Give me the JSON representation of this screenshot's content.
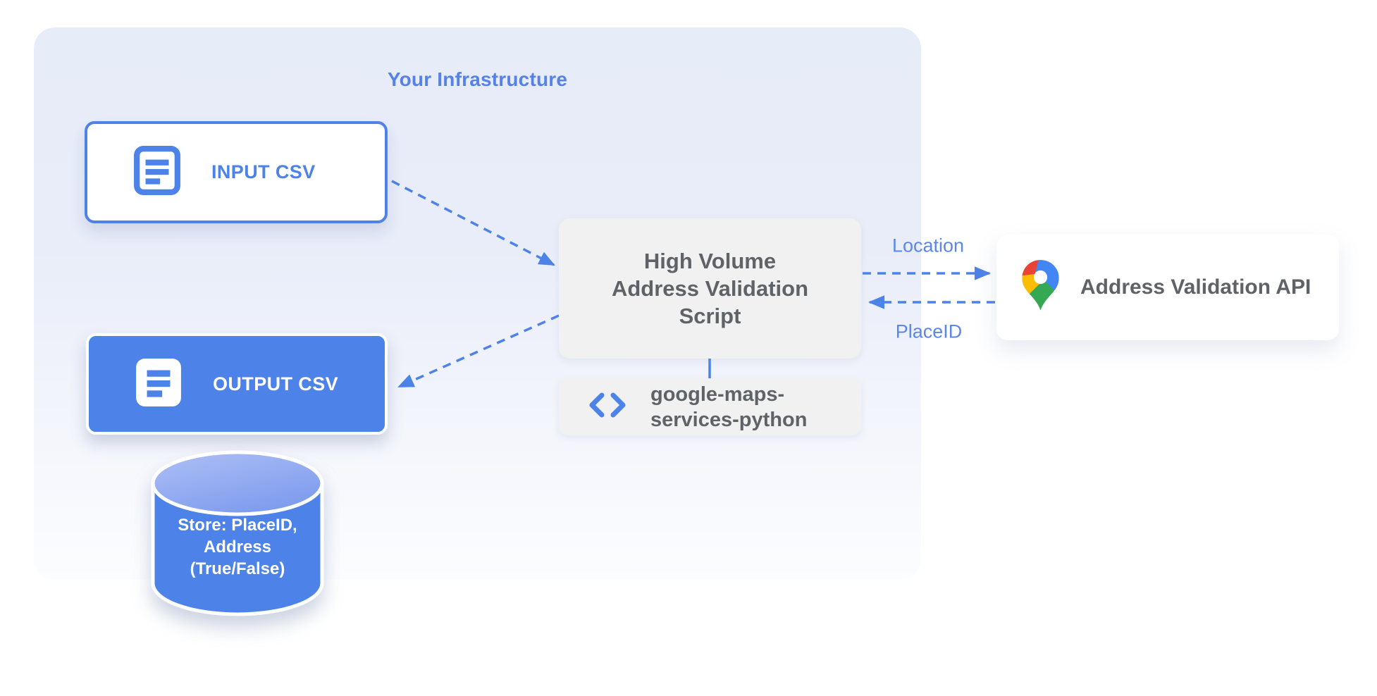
{
  "infrastructure": {
    "title": "Your Infrastructure"
  },
  "nodes": {
    "input_csv": {
      "label": "INPUT CSV",
      "icon": "document-icon"
    },
    "output_csv": {
      "label": "OUTPUT CSV",
      "icon": "document-icon"
    },
    "datastore": {
      "lines": [
        "Store: PlaceID,",
        "Address",
        "(True/False)"
      ]
    },
    "script": {
      "lines": [
        "High Volume",
        "Address Validation",
        "Script"
      ]
    },
    "library": {
      "icon": "code-icon",
      "lines": [
        "google-maps-",
        "services-python"
      ]
    },
    "api": {
      "label": "Address Validation API",
      "icon": "google-maps-pin-icon"
    }
  },
  "edge_labels": {
    "location": "Location",
    "placeid": "PlaceID"
  },
  "colors": {
    "accent_blue": "#4d82e8",
    "label_blue": "#5c87e8",
    "title_blue": "#5581e8",
    "text_gray": "#5f6368",
    "container_top": "#e7ecf9",
    "box_gray": "#f1f1f1",
    "cylinder_top_light": "#a5baf4",
    "pin_red": "#EA4335",
    "pin_blue": "#4285F4",
    "pin_yellow": "#FBBC04",
    "pin_green": "#34A853"
  }
}
